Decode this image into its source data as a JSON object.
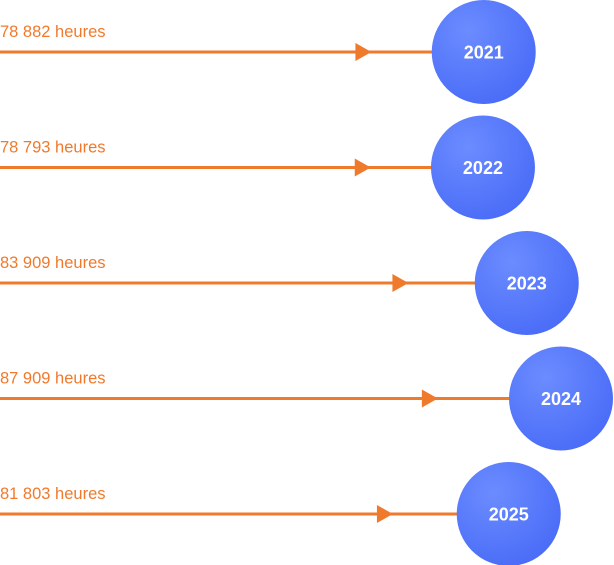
{
  "colors": {
    "line": "#F07A2C",
    "label": "#F07A2C",
    "circle_light": "#6B8CFF",
    "circle_dark": "#4A6CF7",
    "year_text": "#FFFFFF"
  },
  "chart_data": {
    "type": "bar",
    "orientation": "horizontal",
    "categories": [
      "2021",
      "2022",
      "2023",
      "2024",
      "2025"
    ],
    "values": [
      78882,
      78793,
      83909,
      87909,
      81803
    ],
    "value_labels": [
      "78 882 heures",
      "78 793 heures",
      "83 909 heures",
      "87 909 heures",
      "81 803 heures"
    ],
    "title": "",
    "xlabel": "",
    "ylabel": "",
    "xlim": [
      67000,
      87909
    ],
    "grid": false,
    "legend": "none"
  }
}
